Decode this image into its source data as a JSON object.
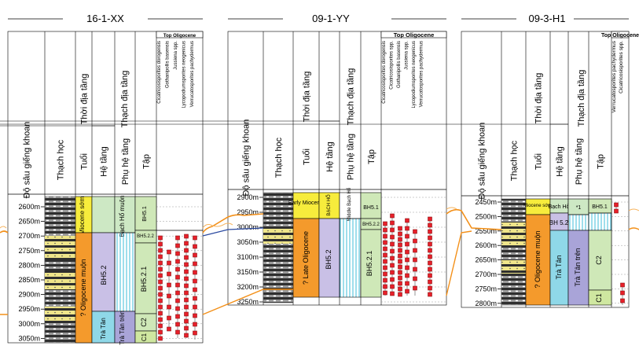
{
  "colors": {
    "miocene": "#f7ec3c",
    "oligocene_late": "#f49a2c",
    "bh52": "#c9c0e6",
    "bh51": "#cfe8b8",
    "bh521": "#cfe8b8",
    "bh_ho": "#cde8c4",
    "c1": "#cfe7a0",
    "c2": "#cfe8b8",
    "tra_tan": "#8fd8e8",
    "tra_tan_tren": "#a9a4d8",
    "hatch": "#5fc7e0",
    "depth_grid": "#999999",
    "sample_red": "#e8202a",
    "corr_orange": "#f39019",
    "corr_blue": "#2b4aa0",
    "lith_dark": "#333333",
    "lith_sand": "#f0e68c"
  },
  "headers": {
    "depth": "Độ sâu giếng khoan",
    "lithology": "Thạch học",
    "age_group": "Thời địa tầng",
    "age": "Tuổi",
    "strat_group": "Thạch địa tầng",
    "formation": "Hệ tầng",
    "subformation": "Phụ hệ tầng",
    "member": "Tập",
    "top_oligocene": "Top Oligocene"
  },
  "wells": [
    {
      "name": "16-1-XX",
      "depths": [
        "2600m",
        "2650m",
        "2700m",
        "2750m",
        "2800m",
        "2850m",
        "2900m",
        "2950m",
        "3000m",
        "3050m"
      ],
      "ages": [
        {
          "label": "Miocene sớm",
          "color": "miocene"
        },
        {
          "label": "? Oligocene muộn",
          "color": "oligocene_late"
        }
      ],
      "formations": [
        {
          "label": "BH5.2"
        },
        {
          "label": "Trà Tân"
        }
      ],
      "subformations": [
        {
          "label": "Bạch Hổ muộn"
        },
        {
          "label": "Trà Tân trên"
        }
      ],
      "members": [
        {
          "label": "BH5.1"
        },
        {
          "label": "BH5.2.2"
        },
        {
          "label": "BH5.2.1"
        },
        {
          "label": "C2"
        },
        {
          "label": "C1"
        }
      ],
      "taxa": [
        "Cicatricosisporites dorogensis",
        "Gothanipollis basensis",
        "Jussiena spp.",
        "Lycopodiumsporites neogenicus",
        "Verrucatosporites pachydermus"
      ]
    },
    {
      "name": "09-1-YY",
      "depths": [
        "2900m",
        "2950m",
        "3000m",
        "3050m",
        "3100m",
        "3150m",
        "3200m",
        "3250m"
      ],
      "ages": [
        {
          "label": "Early Miocene"
        },
        {
          "label": "? Late Oligocene"
        }
      ],
      "formations": [
        {
          "label": "BẠCH HỔ"
        },
        {
          "label": "BH5.2"
        }
      ],
      "subformations": [
        {
          "label": "Middle Bạch Hổ"
        }
      ],
      "members": [
        {
          "label": "BH5.1"
        },
        {
          "label": "BH5.2.2"
        },
        {
          "label": "BH5.2.1"
        }
      ],
      "taxa": [
        "Cicatricosisporites dorogensis",
        "Cicatricosisporites spp.",
        "Gothanipollis basensis",
        "Jussiena spp.",
        "Lycopodiumsporites neogenicus",
        "Verrucatosporites pachydermus"
      ]
    },
    {
      "name": "09-3-H1",
      "depths": [
        "2450m",
        "2500m",
        "2550m",
        "2600m",
        "2650m",
        "2700m",
        "2750m",
        "2800m"
      ],
      "ages": [
        {
          "label": "Miocene sớm"
        },
        {
          "label": "? Oligocene muộn"
        }
      ],
      "formations": [
        {
          "label": "Bạch Hổ"
        },
        {
          "label": "BH 5.2"
        },
        {
          "label": "Trà Tân"
        }
      ],
      "subformations": [
        {
          "label": "*1"
        },
        {
          "label": "Trà Tân trên"
        }
      ],
      "members": [
        {
          "label": "BH5.1"
        },
        {
          "label": "C2"
        },
        {
          "label": "C1"
        }
      ],
      "taxa": [
        "Verrucatosporites pachydermus",
        "Cicatricosisporites spp."
      ]
    }
  ]
}
